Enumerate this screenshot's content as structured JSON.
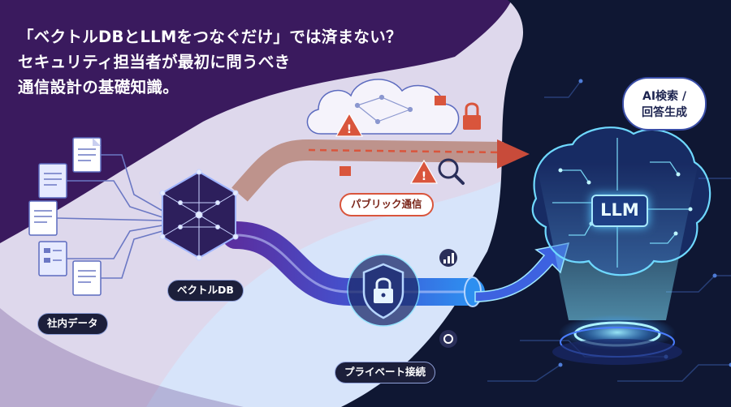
{
  "title": {
    "line1": "「ベクトルDBとLLMをつなぐだけ」では済まない？",
    "line2": "セキュリティ担当者が最初に問うべき",
    "line3": "通信設計の基礎知識。"
  },
  "labels": {
    "internal_data": "社内データ",
    "vector_db": "ベクトルDB",
    "public_comm": "パブリック通信",
    "private_conn": "プライベート接続",
    "llm": "LLM",
    "ai_bubble_line1": "AI検索 /",
    "ai_bubble_line2": "回答生成"
  },
  "colors": {
    "background_purple": "#3a1a5e",
    "diagram_navy": "#0f1733",
    "public_path_red": "#c84b3a",
    "private_path_blue": "#3f59d8",
    "warning_red": "#d9553c",
    "glow_cyan": "#58c8ff"
  },
  "icons": [
    "document-icon",
    "vector-db-network-icon",
    "cloud-icon",
    "warning-icon",
    "padlock-icon",
    "magnifier-icon",
    "shield-lock-icon",
    "arrow-right-icon",
    "brain-circuit-icon",
    "hologram-pedestal-icon"
  ]
}
